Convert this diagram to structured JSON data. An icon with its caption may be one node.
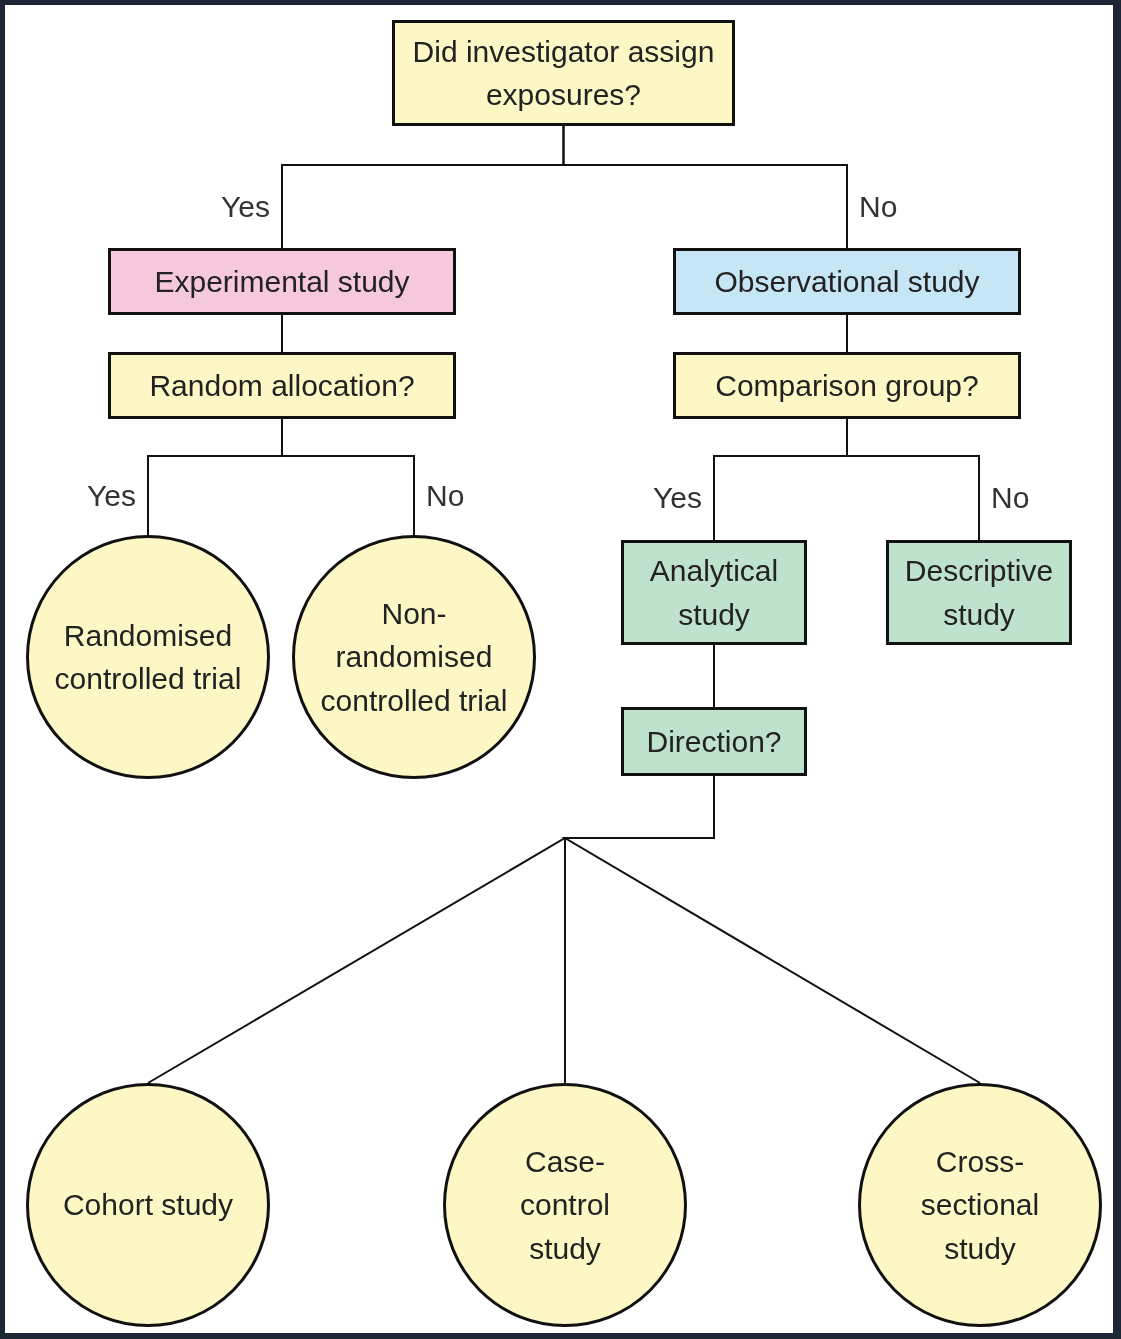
{
  "diagram": {
    "nodes": [
      {
        "text": [
          "Did investigator assign exposures?"
        ]
      },
      {
        "text": [
          "Experimental study"
        ]
      },
      {
        "text": [
          "Observational study"
        ]
      },
      {
        "text": [
          "Random allocation?"
        ]
      },
      {
        "text": [
          "Comparison group?"
        ]
      },
      {
        "text": [
          "Randomised controlled trial"
        ]
      },
      {
        "text": [
          "Non-randomised controlled trial"
        ]
      },
      {
        "text": [
          "Analytical study"
        ]
      },
      {
        "text": [
          "Descriptive study"
        ]
      },
      {
        "text": [
          "Direction?"
        ]
      },
      {
        "text": [
          "Cohort study"
        ]
      },
      {
        "text": [
          "Case-control study"
        ]
      },
      {
        "text": [
          "Cross-sectional study"
        ]
      }
    ],
    "edges": [
      {
        "from": 0,
        "to": 1,
        "arrow": "none",
        "label": "Yes"
      },
      {
        "from": 0,
        "to": 2,
        "arrow": "none",
        "label": "No"
      },
      {
        "from": 1,
        "to": 3,
        "arrow": "none"
      },
      {
        "from": 2,
        "to": 4,
        "arrow": "none"
      },
      {
        "from": 3,
        "to": 5,
        "arrow": "none",
        "label": "Yes"
      },
      {
        "from": 3,
        "to": 6,
        "arrow": "none",
        "label": "No"
      },
      {
        "from": 4,
        "to": 7,
        "arrow": "none",
        "label": "Yes"
      },
      {
        "from": 4,
        "to": 8,
        "arrow": "none",
        "label": "No"
      },
      {
        "from": 7,
        "to": 9,
        "arrow": "none"
      },
      {
        "from": 9,
        "to": 10,
        "arrow": "none"
      },
      {
        "from": 9,
        "to": 11,
        "arrow": "none"
      },
      {
        "from": 9,
        "to": 12,
        "arrow": "none"
      }
    ]
  }
}
